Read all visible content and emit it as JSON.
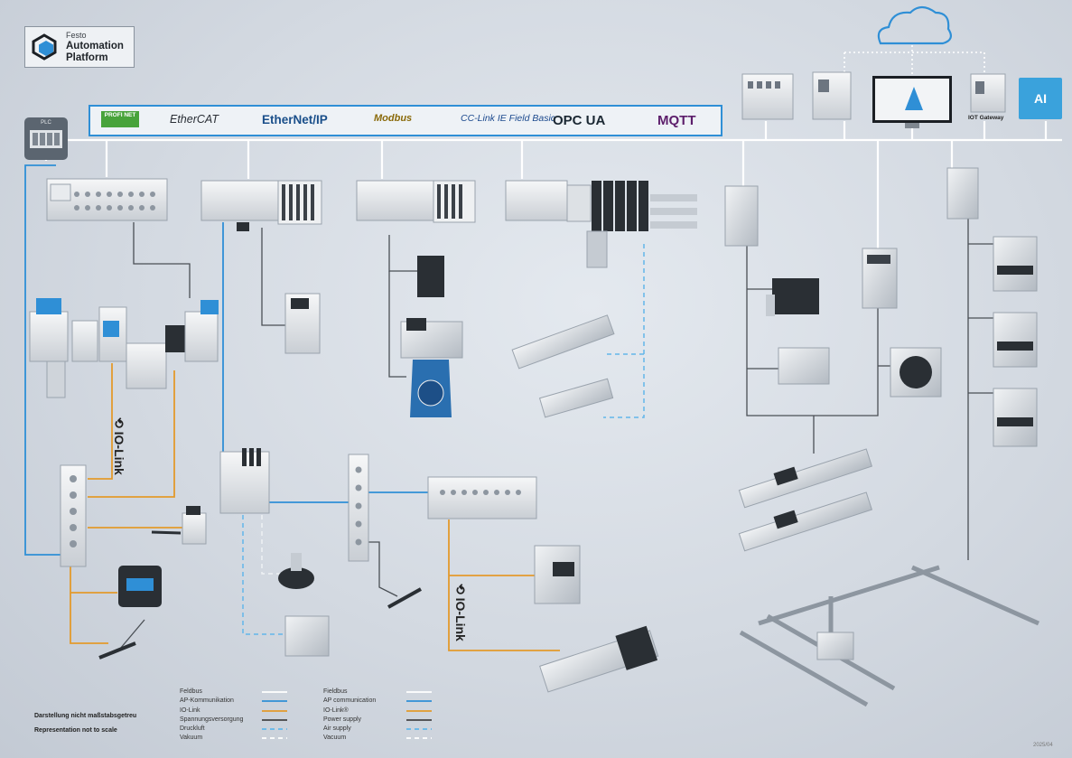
{
  "brand": {
    "line1": "Festo",
    "line2": "Automation",
    "line3": "Platform"
  },
  "protocols": {
    "profinet": "PROFI NET",
    "ethercat": "EtherCAT",
    "ethernetip": "EtherNet/IP",
    "modbus": "Modbus",
    "cclink": "CC-Link IE Field Basic",
    "opcua": "OPC UA",
    "mqtt": "MQTT"
  },
  "plc_label": "PLC",
  "ai_label": "AI",
  "gateway_label": "IOT Gateway",
  "iolink_label": "IO-Link",
  "notes": {
    "de": "Darstellung nicht maßstabsgetreu",
    "en": "Representation not to scale"
  },
  "legend_de": [
    "Feldbus",
    "AP-Kommunikation",
    "IO-Link",
    "Spannungsversorgung",
    "Druckluft",
    "Vakuum"
  ],
  "legend_en": [
    "Fieldbus",
    "AP communication",
    "IO-Link®",
    "Power supply",
    "Air supply",
    "Vacuum"
  ],
  "legend_colors": {
    "fieldbus": "#ffffff",
    "ap": "#2f8fd6",
    "iolink": "#e39a2c",
    "power": "#444444",
    "air": "#62b6ea",
    "vacuum": "#cfd4da"
  },
  "date": "2025/04"
}
